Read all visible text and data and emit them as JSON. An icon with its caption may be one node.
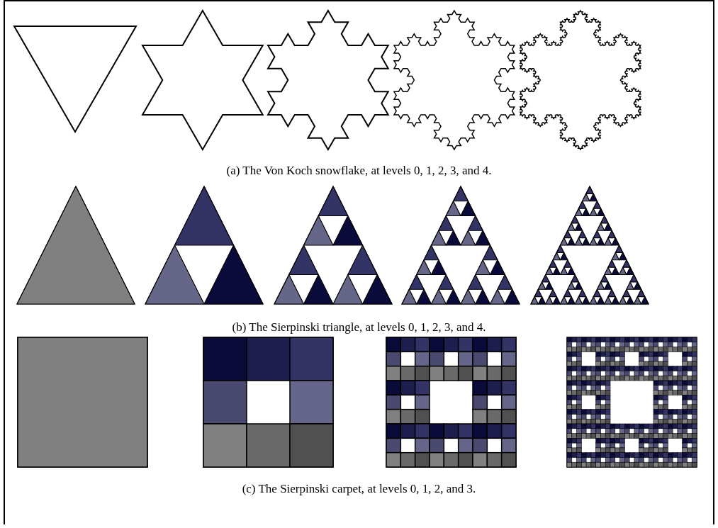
{
  "diagram": {
    "labels": [
      "(a) The Von Koch snowflake, at levels 0, 1, 2, 3, and 4.",
      "(b) The Sierpinski triangle, at levels 0, 1, 2, 3, and 4.",
      "(c) The Sierpinski carpet, at levels 0, 1, 2, and 3."
    ]
  }
}
